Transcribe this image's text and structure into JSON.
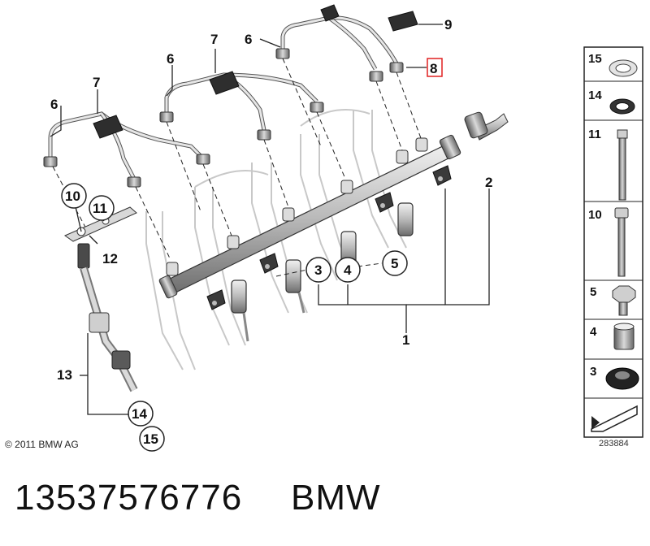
{
  "diagram": {
    "callouts": [
      {
        "id": "c6a",
        "text": "6"
      },
      {
        "id": "c7a",
        "text": "7"
      },
      {
        "id": "c6b",
        "text": "6"
      },
      {
        "id": "c7b",
        "text": "7"
      },
      {
        "id": "c6c",
        "text": "6"
      },
      {
        "id": "c9",
        "text": "9"
      },
      {
        "id": "c8",
        "text": "8"
      },
      {
        "id": "c2",
        "text": "2"
      },
      {
        "id": "c10",
        "text": "10"
      },
      {
        "id": "c11",
        "text": "11"
      },
      {
        "id": "c12",
        "text": "12"
      },
      {
        "id": "c3",
        "text": "3"
      },
      {
        "id": "c4",
        "text": "4"
      },
      {
        "id": "c5",
        "text": "5"
      },
      {
        "id": "c1",
        "text": "1"
      },
      {
        "id": "c13",
        "text": "13"
      },
      {
        "id": "c14",
        "text": "14"
      },
      {
        "id": "c15",
        "text": "15"
      }
    ],
    "highlighted_callout": "8",
    "highlight_color": "#e02020",
    "copyright": "© 2011 BMW AG",
    "drawing_number": "283884"
  },
  "sidebar": {
    "items": [
      {
        "label": "15",
        "icon": "seal-ring-icon"
      },
      {
        "label": "14",
        "icon": "o-ring-icon"
      },
      {
        "label": "11",
        "icon": "long-stud-icon"
      },
      {
        "label": "10",
        "icon": "bolt-icon"
      },
      {
        "label": "5",
        "icon": "hex-bolt-icon"
      },
      {
        "label": "4",
        "icon": "bushing-icon"
      },
      {
        "label": "3",
        "icon": "grommet-icon"
      },
      {
        "label": "",
        "icon": "arrow-symbol-icon"
      }
    ]
  },
  "footer": {
    "part_number": "13537576776",
    "brand": "BMW"
  }
}
